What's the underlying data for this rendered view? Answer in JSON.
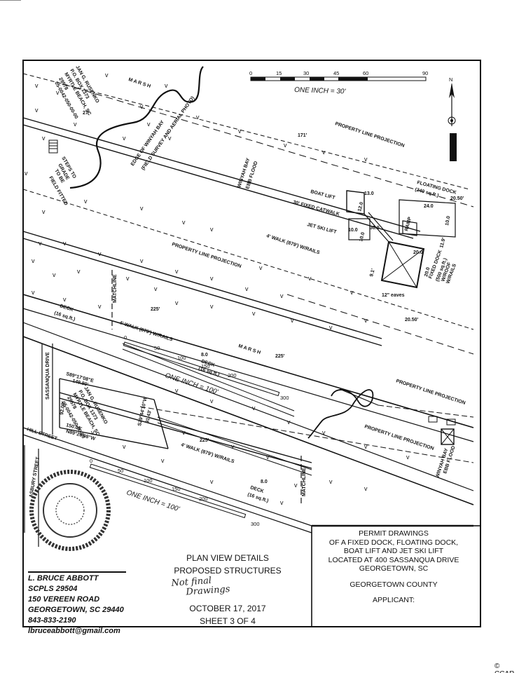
{
  "sheet": {
    "scale_top": "ONE INCH = 30'",
    "scale_top_ticks": [
      "0",
      "15",
      "30",
      "45",
      "60",
      "90"
    ],
    "scale_mid": "ONE INCH = 100'",
    "scale_mid_ticks": [
      "0",
      "50",
      "100",
      "150",
      "200",
      "300"
    ],
    "scale_low": "ONE INCH = 100'",
    "scale_low_ticks": [
      "0",
      "50",
      "100",
      "150",
      "200",
      "300"
    ],
    "north": "N"
  },
  "labels": {
    "marsh": "M A R S H",
    "owner_top": [
      "JAN G. RUSENKO",
      "P.O. BOX 1373",
      "MYRTLE BEACH, SC",
      "29578",
      "05-0042-050-00-00"
    ],
    "dim_27": "27'",
    "dim_171": "171'",
    "property_line": "PROPERTY LINE PROJECTION",
    "edge_bay": "EDGE OF WINYAH BAY",
    "edge_bay_note": "(FIELD SURVEY AND AERIAL PHOTO)",
    "steps": [
      "STEPS TO",
      "GRADE",
      "TO BE",
      "FIELD FITTED"
    ],
    "winyah_bay": "WINYAH BAY",
    "ebb_flood": "EBB  FLOOD",
    "boat_lift": "BOAT LIFT",
    "fixed_catwalk": "30' FIXED CATWALK",
    "jet_ski_lift": "JET SKI LIFT",
    "floating_dock": "FLOATING DOCK",
    "floating_dock_area": "(240 sq.ft.)",
    "walk_rails": "4' WALK (879') W/RAILS",
    "fixed_dock": "FIXED DOCK",
    "fixed_dock_area": "(500 sq.ft.)",
    "w_roof": "W/ROOF",
    "w_rails": "W/RAILS",
    "eaves": "12\" eaves",
    "dim_13": "13.0",
    "dim_12": "12.0",
    "dim_24": "24.0",
    "dim_10a": "10.0",
    "dim_10b": "10.0",
    "dim_10c": "10.0",
    "dim_30": "30.0",
    "dim_20a": "20.0",
    "dim_20b": "20.0",
    "dim_119": "11.9'",
    "dim_91": "9.1'",
    "dim_2050a": "20.50'",
    "dim_2050b": "20.50'",
    "ramp": "RAMP",
    "matchline": "MATCHLINE",
    "deck": "DECK",
    "deck_area": "(16 sq.ft.)",
    "dim_225a": "225'",
    "dim_225b": "225'",
    "dim_225c": "225'",
    "dim_80a": "8.0",
    "dim_80b": "8.0",
    "sassanqua": "SASSANQUA DRIVE",
    "hill_street": "HILL STREET",
    "asbury_street": "ASBURY STREET",
    "bearing1": "S89°17'08\"E",
    "dist1": "149.80'",
    "bearing2": "S29°44'10\"W",
    "dist2": "91.43'",
    "dist3": "92.00'",
    "dist4": "150.00'",
    "bearing3": "N89°20'08\"W",
    "owner_mid": [
      "JAN G. RUSENKO",
      "P.O. BOX 1373",
      "MYRTLE BEACH, SC",
      "29578",
      "05-0042-050-00-00"
    ]
  },
  "title_block": {
    "surveyor_name": "L. BRUCE ABBOTT",
    "surveyor_lic": "SCPLS 29504",
    "surveyor_addr1": "150 VEREEN ROAD",
    "surveyor_addr2": "GEORGETOWN, SC 29440",
    "surveyor_phone": "843-833-2190",
    "surveyor_email": "lbruceabbott@gmail.com",
    "plan_title1": "PLAN VIEW DETAILS",
    "plan_title2": "PROPOSED STRUCTURES",
    "handwritten1": "Not final",
    "handwritten2": "Drawings",
    "date": "OCTOBER 17, 2017",
    "sheet": "SHEET 3 OF 4",
    "permit1": "PERMIT DRAWINGS",
    "permit2": "OF A FIXED DOCK, FLOATING DOCK,",
    "permit3": "BOAT LIFT AND JET SKI LIFT",
    "permit4": "LOCATED AT 400 SASSANQUA DRIVE",
    "permit5": "GEORGETOWN, SC",
    "county": "GEORGETOWN COUNTY",
    "applicant": "APPLICANT:"
  },
  "watermark": "© CCAR"
}
